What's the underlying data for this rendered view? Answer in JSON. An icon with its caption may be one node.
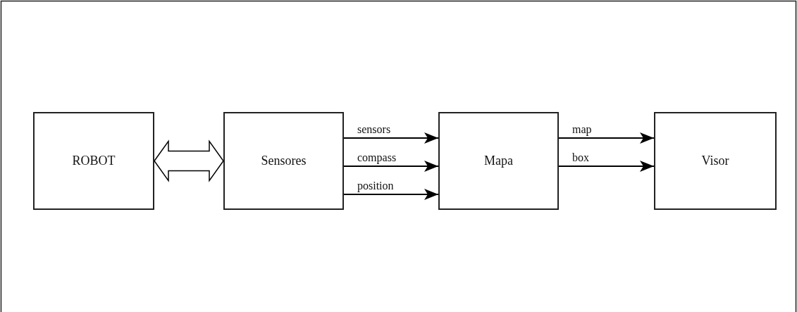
{
  "diagram": {
    "nodes": [
      {
        "text": [
          "ROBOT"
        ]
      },
      {
        "text": [
          "Sensores"
        ]
      },
      {
        "text": [
          "Mapa"
        ]
      },
      {
        "text": [
          "Visor"
        ]
      }
    ],
    "edges": [
      {
        "from": 0,
        "to": 1,
        "arrow": "both",
        "style": "thick"
      },
      {
        "from": 1,
        "to": 2,
        "arrow": "to",
        "label": "sensors"
      },
      {
        "from": 1,
        "to": 2,
        "arrow": "to",
        "label": "compass"
      },
      {
        "from": 1,
        "to": 2,
        "arrow": "to",
        "label": "position"
      },
      {
        "from": 2,
        "to": 3,
        "arrow": "to",
        "label": "map"
      },
      {
        "from": 2,
        "to": 3,
        "arrow": "to",
        "label": "box"
      }
    ]
  }
}
